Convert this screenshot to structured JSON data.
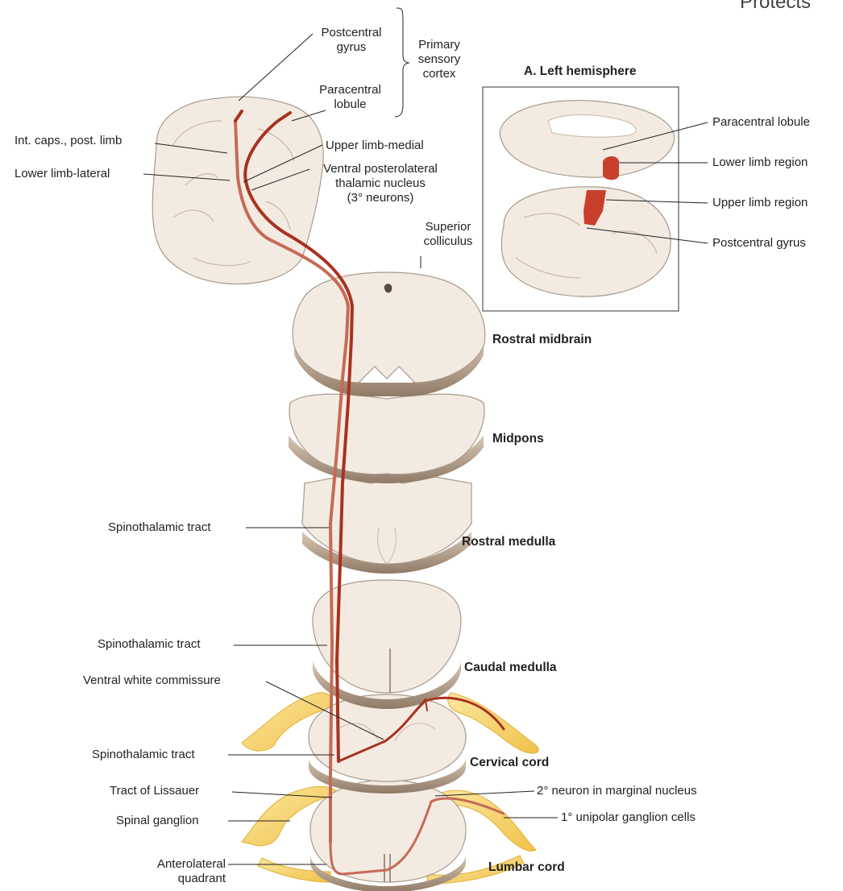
{
  "header_fragment": "Protects",
  "labels": {
    "postcentral_gyrus": "Postcentral\ngyrus",
    "primary_sensory_cortex": "Primary\nsensory\ncortex",
    "paracentral_lobule": "Paracentral\nlobule",
    "int_caps_post_limb": "Int. caps., post. limb",
    "upper_limb_medial": "Upper limb-medial",
    "lower_limb_lateral": "Lower limb-lateral",
    "vpl_nucleus": "Ventral posterolateral\nthalamic nucleus\n(3° neurons)",
    "superior_colliculus": "Superior\ncolliculus",
    "rostral_midbrain": "Rostral midbrain",
    "midpons": "Midpons",
    "spinothalamic_tract": "Spinothalamic tract",
    "rostral_medulla": "Rostral medulla",
    "caudal_medulla": "Caudal medulla",
    "ventral_white_commissure": "Ventral white commissure",
    "cervical_cord": "Cervical cord",
    "tract_of_lissauer": "Tract of Lissauer",
    "second_neuron": "2° neuron in marginal nucleus",
    "spinal_ganglion": "Spinal ganglion",
    "first_unipolar": "1° unipolar ganglion cells",
    "anterolateral_quadrant": "Anterolateral\nquadrant",
    "lumbar_cord": "Lumbar cord"
  },
  "inset": {
    "title": "A. Left hemisphere",
    "paracentral_lobule": "Paracentral lobule",
    "lower_limb_region": "Lower limb region",
    "upper_limb_region": "Upper limb region",
    "postcentral_gyrus": "Postcentral gyrus"
  },
  "colors": {
    "pathway": "#a8321f",
    "pathway_light": "#c66a55",
    "tissue": "#f3ebe2",
    "tissue_edge": "#a89a8a",
    "ganglion": "#f5d060",
    "highlight": "#c8402c"
  }
}
